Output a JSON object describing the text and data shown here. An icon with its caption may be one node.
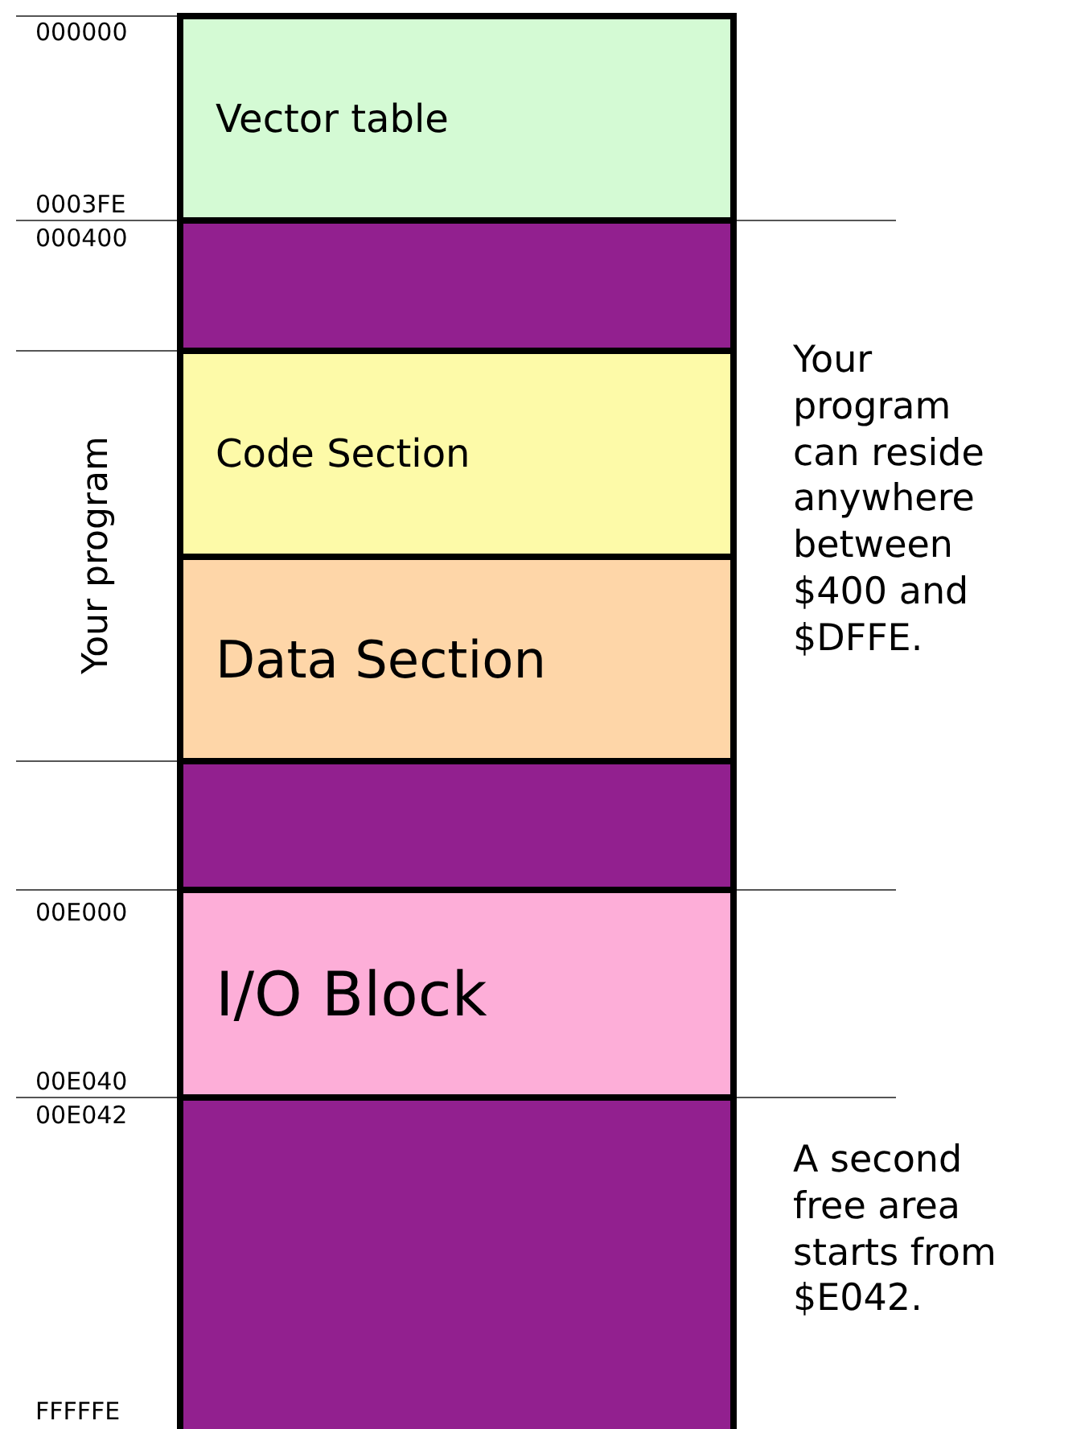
{
  "diagram": {
    "nodes": [
      {
        "text": [
          "Vector table"
        ]
      },
      {
        "text": [],
        "shape": "bar"
      },
      {
        "text": [
          "Code Section"
        ]
      },
      {
        "text": [
          "Data Section"
        ]
      },
      {
        "text": [],
        "shape": "bar"
      },
      {
        "text": [
          "I/O Block"
        ]
      },
      {
        "text": [],
        "shape": "bar"
      }
    ],
    "labels": [
      "000000",
      "0003FE",
      "000400",
      "Your program",
      "Your program can reside anywhere between $400 and $DFFE.",
      "00E000",
      "00E040",
      "00E042",
      "A second free area starts from $E042.",
      "FFFFFE"
    ]
  }
}
